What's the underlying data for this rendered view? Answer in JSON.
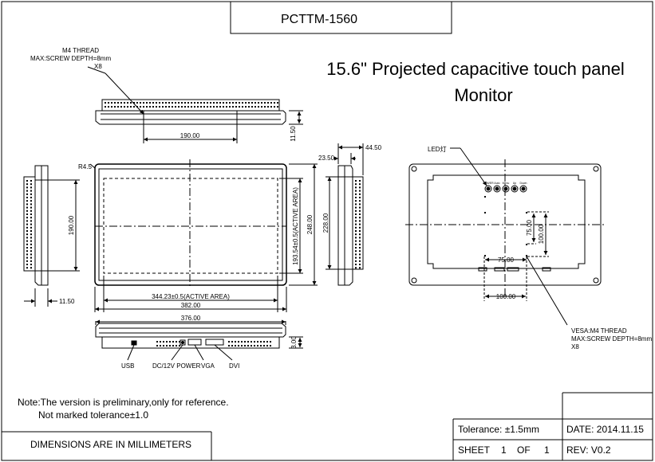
{
  "title_block": {
    "model": "PCTTM-1560",
    "heading_line1": "15.6\" Projected capacitive touch panel",
    "heading_line2": "Monitor",
    "footer_left": "DIMENSIONS ARE IN MILLIMETERS",
    "tolerance": "Tolerance:  ±1.5mm",
    "date": "DATE:  2014.11.15",
    "sheet_label": "SHEET",
    "sheet_num": "1",
    "of_label": "OF",
    "sheet_total": "1",
    "rev": "REV:  V0.2"
  },
  "notes": {
    "line1": "Note:The version is preliminary,only for reference.",
    "line2": "Not marked tolerance±1.0"
  },
  "top_view": {
    "thread_line1": "M4 THREAD",
    "thread_line2": "MAX:SCREW DEPTH=8mm",
    "thread_line3": "X8",
    "dim_190": "190.00",
    "dim_11_50": "11.50"
  },
  "front_view": {
    "radius": "R4.5",
    "dim_190": "190.00",
    "dim_11_50": "11.50",
    "active_w": "344.23±0.5(ACTIVE AREA)",
    "width_382": "382.00",
    "active_h": "193.54±0.5(ACTIVE AREA)",
    "height_248": "248.00"
  },
  "side_view": {
    "dim_44_50": "44.50",
    "dim_23_50": "23.50",
    "dim_228": "228.00"
  },
  "rear_view": {
    "led": "LED灯",
    "btn_labels": [
      "POWER",
      "Auto",
      "Menu",
      "Up",
      "Down"
    ],
    "dim_75_h": "75.00",
    "dim_100_h": "100.00",
    "dim_75_v": "75.00",
    "dim_100_v": "100.00",
    "vesa_line1": "VESA:M4 THREAD",
    "vesa_line2": "MAX:SCREW DEPTH=8mm",
    "vesa_line3": "X8"
  },
  "bottom_view": {
    "dim_376": "376.00",
    "dim_3": "3.00",
    "usb": "USB",
    "power": "DC/12V POWER",
    "vga": "VGA",
    "dvi": "DVI"
  }
}
